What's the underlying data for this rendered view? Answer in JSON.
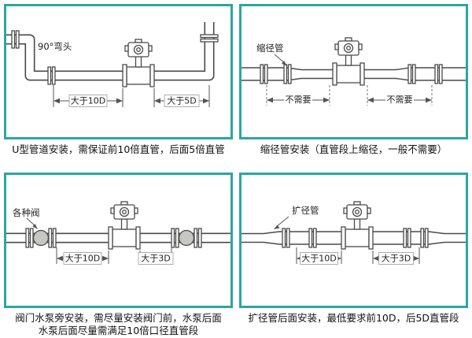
{
  "theme": {
    "accent": "#2aa7a0",
    "line_color": "#4a4a4a",
    "text_color": "#111111"
  },
  "panels": {
    "p1": {
      "callout": "90°弯头",
      "dims": [
        "大于10D",
        "大于5D"
      ],
      "caption": "U型管道安装，需保证前10倍直管，后面5倍直管"
    },
    "p2": {
      "callout": "缩径管",
      "dims": [
        "不需要",
        "不需要"
      ],
      "caption": "缩径管安装（直管段上缩径，一般不需要）"
    },
    "p3": {
      "callout": "各种阀",
      "dims": [
        "大于10D",
        "大于3D"
      ],
      "caption_line1": "阀门水泵旁安装，需尽量安装阀门前，水泵后面",
      "caption_line2": "水泵后面尽量需满足10倍口径直管段"
    },
    "p4": {
      "callout": "扩径管",
      "dims": [
        "大于10D",
        "大于3D"
      ],
      "caption": "扩径管后面安装，最低要求前10D，后5D直管段"
    }
  }
}
